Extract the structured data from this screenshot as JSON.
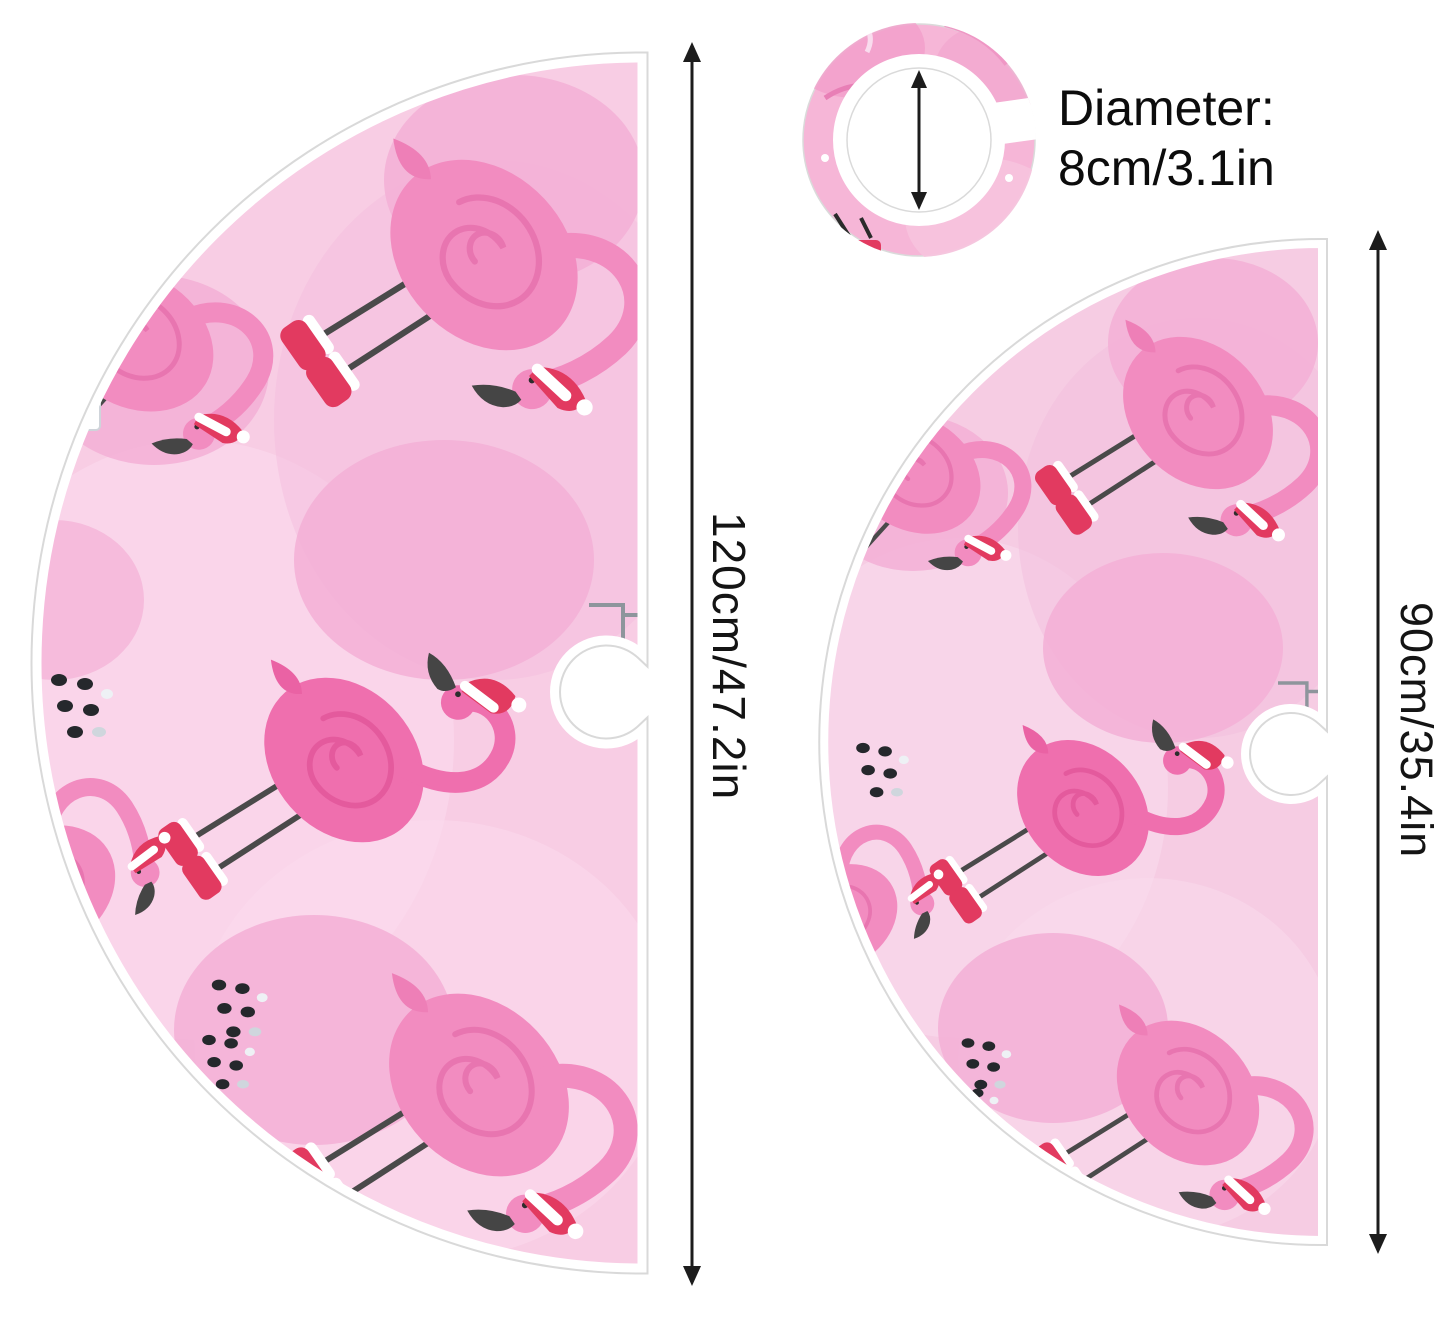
{
  "skirt_large": {
    "size_label": "120cm/47.2in"
  },
  "skirt_small": {
    "size_label": "90cm/35.4in"
  },
  "hole_detail": {
    "label_line1": "Diameter:",
    "label_line2": "8cm/3.1in"
  },
  "icons": {
    "measure_arrow_large": "double-headed-vertical-arrow",
    "measure_arrow_small": "double-headed-vertical-arrow",
    "hole_diameter_arrow": "double-headed-vertical-arrow"
  },
  "colors": {
    "background": "#ffffff",
    "skirt_base_pink": "#f8cde4",
    "skirt_blob_pink": "#f3afd6",
    "flamingo_body_pink": "#f28cc0",
    "flamingo_deep_pink": "#ef6fae",
    "santa_red": "#e23a60",
    "leg_dark": "#4a4a4a",
    "binding_white": "#ffffff",
    "edge_grey": "#d9d9d9",
    "arrow_black": "#1c1c1c"
  }
}
